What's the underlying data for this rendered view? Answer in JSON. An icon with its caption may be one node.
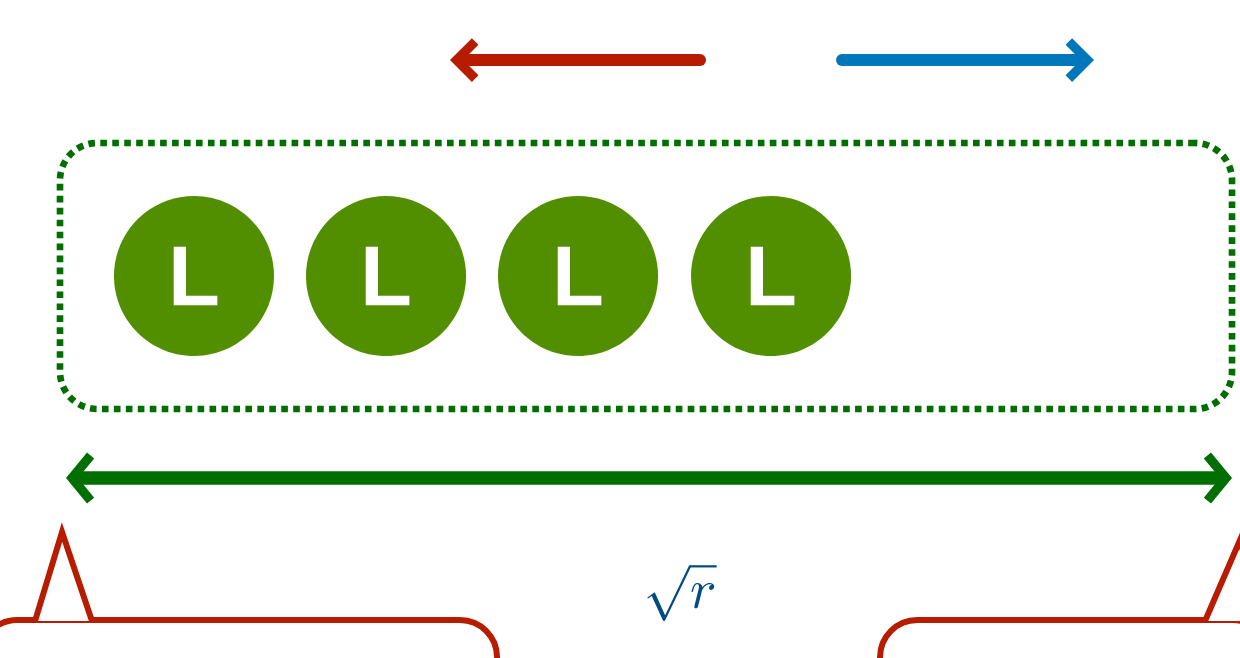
{
  "diagram": {
    "nodes": [
      {
        "text": [],
        "shape": "box"
      },
      {
        "text": [
          "L"
        ],
        "in": 0
      },
      {
        "text": [
          "L"
        ],
        "in": 0
      },
      {
        "text": [
          "L"
        ],
        "in": 0
      },
      {
        "text": [
          "L"
        ],
        "in": 0
      },
      {
        "text": [],
        "shape": "callout"
      },
      {
        "text": [],
        "shape": "callout"
      }
    ],
    "labels": [
      "\\sqrt{r}"
    ]
  }
}
